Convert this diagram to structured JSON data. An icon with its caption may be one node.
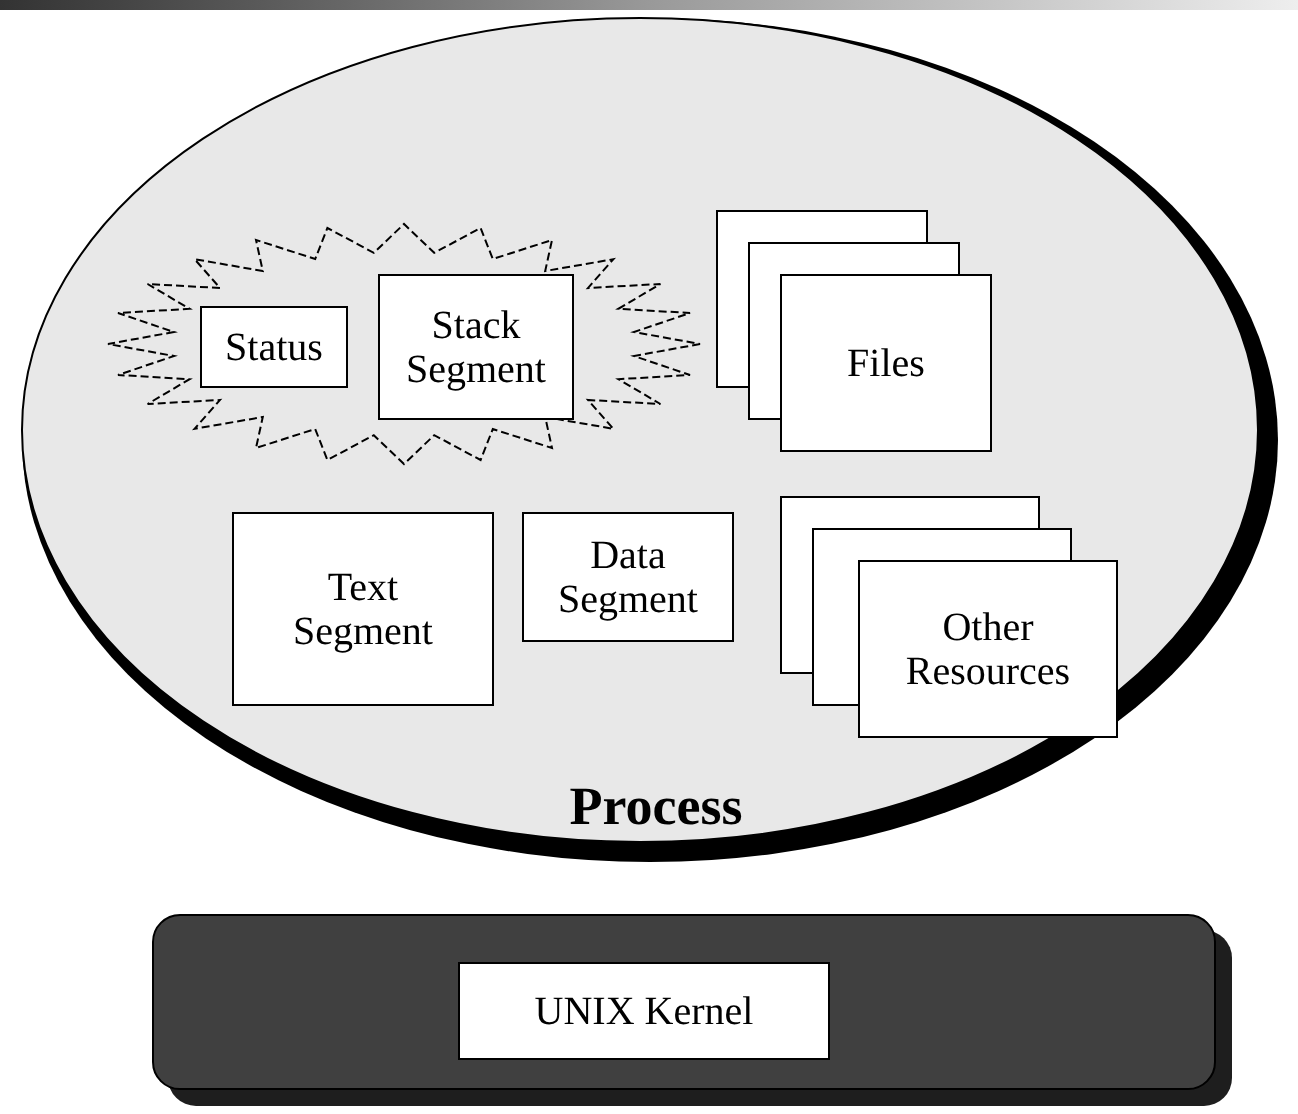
{
  "diagram": {
    "nodes": [
      {
        "text": [
          "Process"
        ]
      },
      {
        "text": [],
        "shape": "starburst",
        "in": 0
      },
      {
        "text": [
          "Status"
        ],
        "in": 1
      },
      {
        "text": [
          "Stack Segment"
        ],
        "in": 1
      },
      {
        "text": [
          "Files"
        ],
        "in": 0
      },
      {
        "text": [
          "Text Segment"
        ],
        "in": 0
      },
      {
        "text": [
          "Data Segment"
        ],
        "in": 0
      },
      {
        "text": [
          "Other Resources"
        ],
        "in": 0
      },
      {
        "text": [],
        "shape": "box"
      },
      {
        "text": [
          "UNIX Kernel"
        ],
        "in": 8
      }
    ]
  }
}
